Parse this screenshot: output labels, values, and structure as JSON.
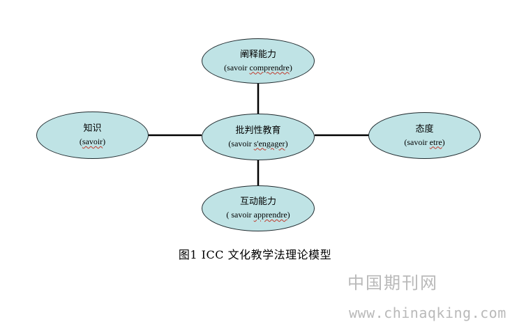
{
  "diagram": {
    "center": {
      "zh": "批判性教育",
      "fr_prefix": "(savoir ",
      "fr_word": "s'engager",
      "fr_suffix": ")"
    },
    "top": {
      "zh": "阐释能力",
      "fr_prefix": "(savoir ",
      "fr_word": "comprendre",
      "fr_suffix": ")"
    },
    "left": {
      "zh": "知识",
      "fr_prefix": "(",
      "fr_word": "savoir",
      "fr_suffix": ")"
    },
    "right": {
      "zh": "态度",
      "fr_prefix": "(savoir ",
      "fr_word": "etre",
      "fr_suffix": ")"
    },
    "bottom": {
      "zh": "互动能力",
      "fr_prefix": "( savoir ",
      "fr_word": "apprendre",
      "fr_suffix": ")"
    }
  },
  "caption": "图1 ICC 文化教学法理论模型",
  "watermark": {
    "site_name": "中国期刊网",
    "url": "www.chinaqking.com"
  },
  "colors": {
    "ellipse_fill": "#bfe3e5",
    "ellipse_border": "#1f2a2e",
    "watermark": "#b9b9b9"
  }
}
